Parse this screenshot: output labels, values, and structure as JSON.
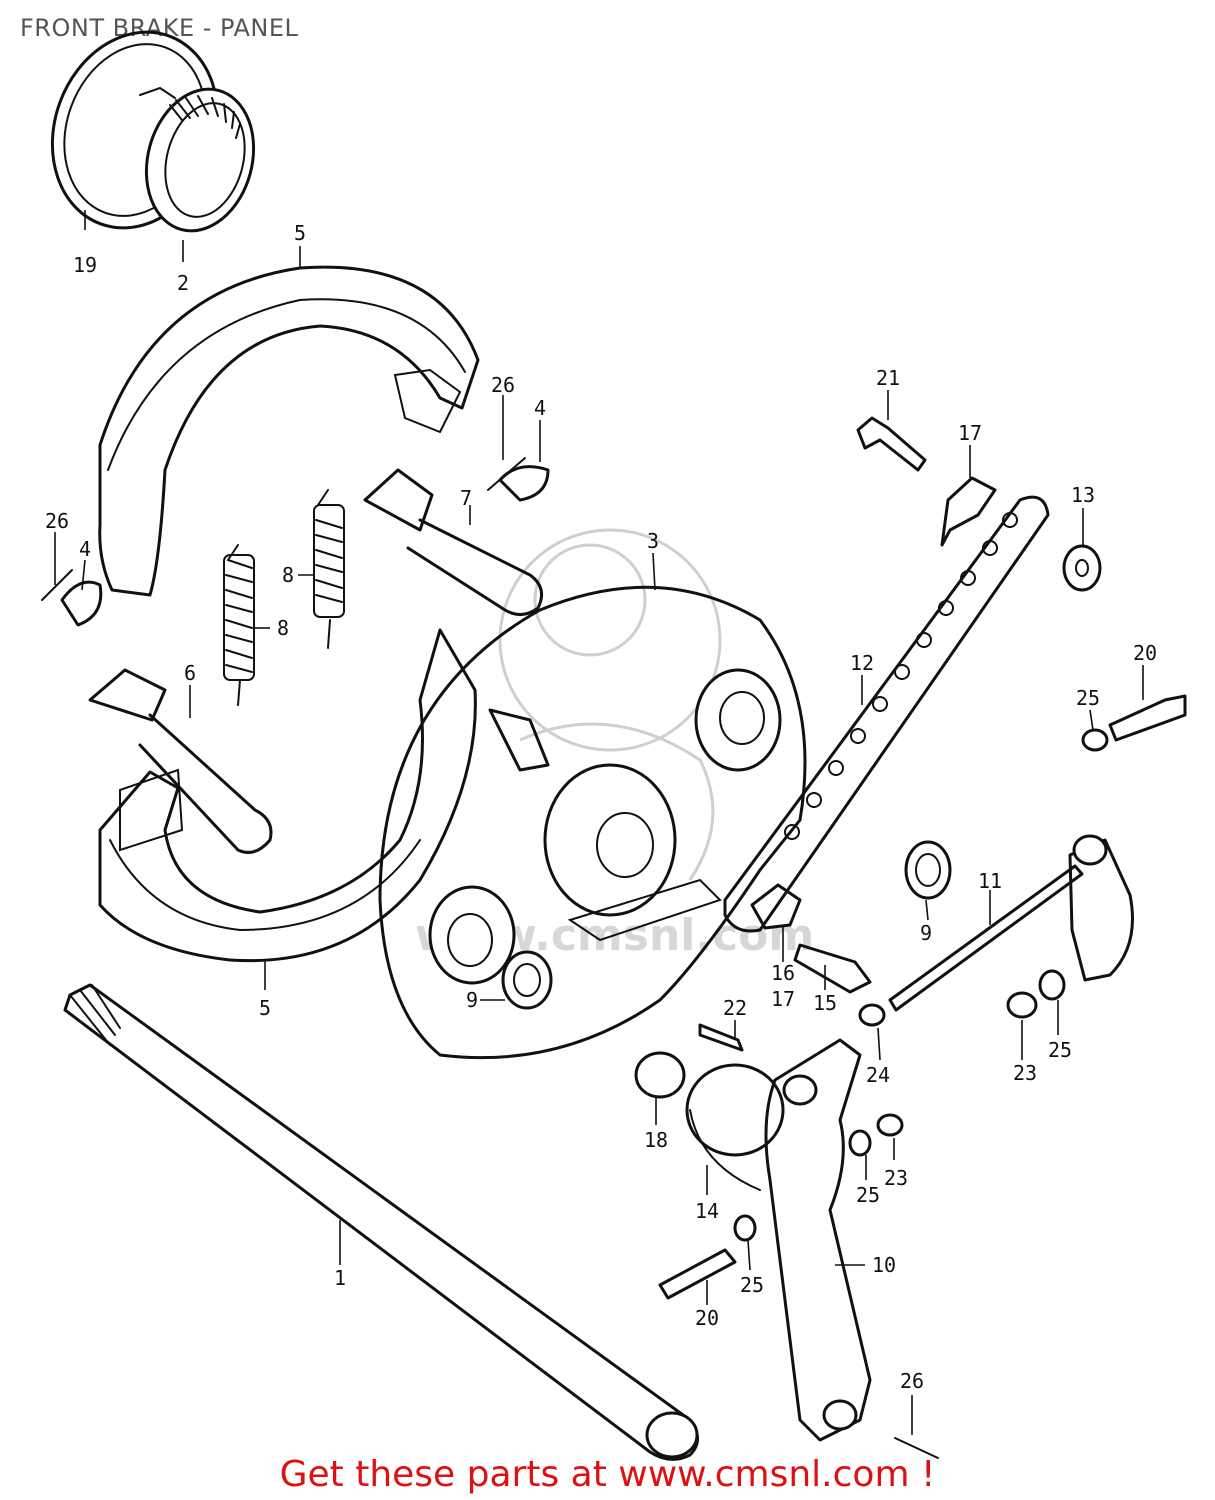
{
  "title": "FRONT BRAKE - PANEL",
  "watermark": "www.cmsnl.com",
  "footer": "Get these parts at www.cmsnl.com !",
  "colors": {
    "title": "#555555",
    "footer": "#dd1111",
    "line": "#111111"
  },
  "callouts": [
    {
      "id": "c19",
      "label": "19"
    },
    {
      "id": "c2",
      "label": "2"
    },
    {
      "id": "c5a",
      "label": "5"
    },
    {
      "id": "c26a",
      "label": "26"
    },
    {
      "id": "c4a",
      "label": "4"
    },
    {
      "id": "c21",
      "label": "21"
    },
    {
      "id": "c17a",
      "label": "17"
    },
    {
      "id": "c26b",
      "label": "26"
    },
    {
      "id": "c4b",
      "label": "4"
    },
    {
      "id": "c7",
      "label": "7"
    },
    {
      "id": "c13",
      "label": "13"
    },
    {
      "id": "c3",
      "label": "3"
    },
    {
      "id": "c8a",
      "label": "8"
    },
    {
      "id": "c8b",
      "label": "8"
    },
    {
      "id": "c12",
      "label": "12"
    },
    {
      "id": "c20a",
      "label": "20"
    },
    {
      "id": "c25a",
      "label": "25"
    },
    {
      "id": "c6",
      "label": "6"
    },
    {
      "id": "c9a",
      "label": "9"
    },
    {
      "id": "c11",
      "label": "11"
    },
    {
      "id": "c16",
      "label": "16"
    },
    {
      "id": "c17b",
      "label": "17"
    },
    {
      "id": "c15",
      "label": "15"
    },
    {
      "id": "c5b",
      "label": "5"
    },
    {
      "id": "c9b",
      "label": "9"
    },
    {
      "id": "c22",
      "label": "22"
    },
    {
      "id": "c24",
      "label": "24"
    },
    {
      "id": "c23a",
      "label": "23"
    },
    {
      "id": "c25b",
      "label": "25"
    },
    {
      "id": "c18",
      "label": "18"
    },
    {
      "id": "c14",
      "label": "14"
    },
    {
      "id": "c25c",
      "label": "25"
    },
    {
      "id": "c23b",
      "label": "23"
    },
    {
      "id": "c1",
      "label": "1"
    },
    {
      "id": "c10",
      "label": "10"
    },
    {
      "id": "c25d",
      "label": "25"
    },
    {
      "id": "c20b",
      "label": "20"
    },
    {
      "id": "c26c",
      "label": "26"
    }
  ]
}
